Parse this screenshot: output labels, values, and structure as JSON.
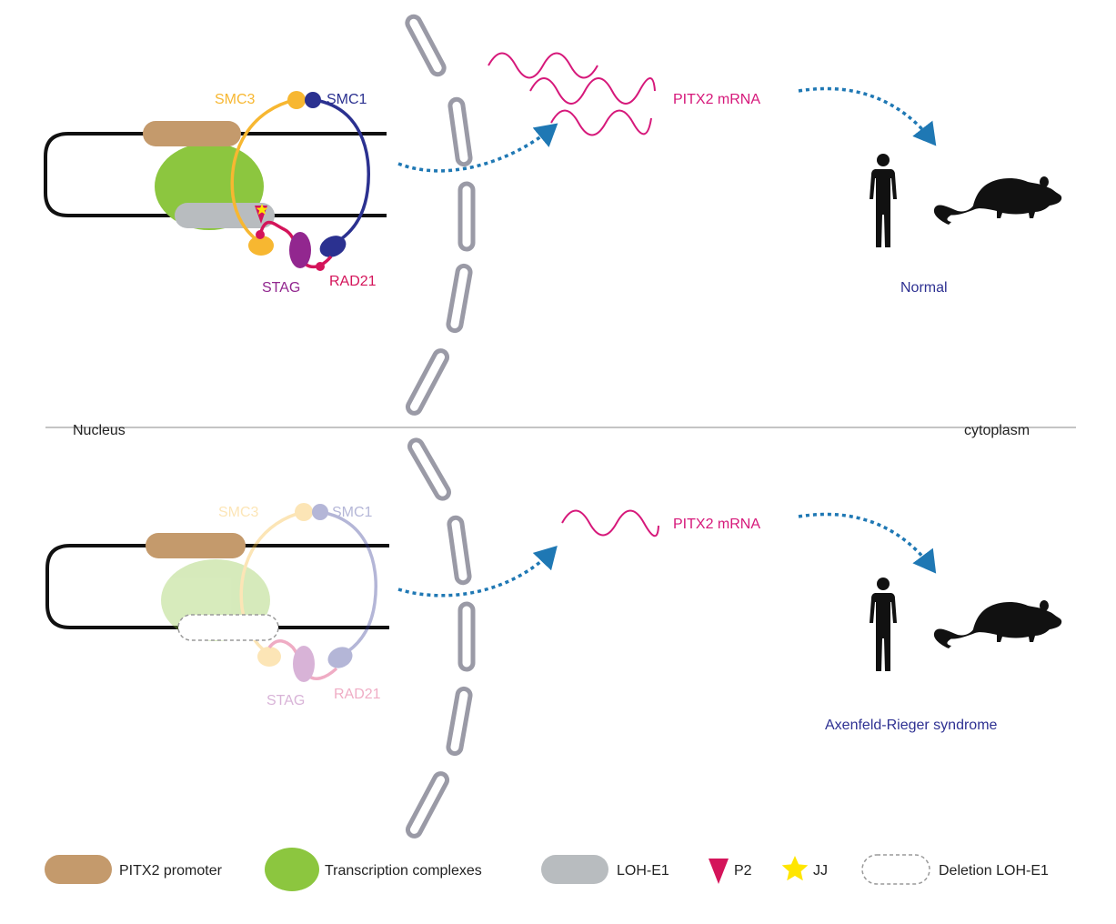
{
  "compartments": {
    "left": "Nucleus",
    "right": "cytoplasm"
  },
  "top_panel": {
    "proteins": {
      "smc3": "SMC3",
      "smc1": "SMC1",
      "stag": "STAG",
      "rad21": "RAD21"
    },
    "mrna_label": "PITX2 mRNA",
    "phenotype": "Normal"
  },
  "bottom_panel": {
    "proteins": {
      "smc3": "SMC3",
      "smc1": "SMC1",
      "stag": "STAG",
      "rad21": "RAD21"
    },
    "mrna_label": "PITX2 mRNA",
    "phenotype": "Axenfeld-Rieger syndrome"
  },
  "legend": [
    {
      "key": "promoter",
      "label": "PITX2 promoter"
    },
    {
      "key": "tc",
      "label": "Transcription complexes"
    },
    {
      "key": "loh",
      "label": "LOH-E1"
    },
    {
      "key": "p2",
      "label": "P2"
    },
    {
      "key": "jj",
      "label": "JJ"
    },
    {
      "key": "deletion",
      "label": "Deletion LOH-E1"
    }
  ],
  "colors": {
    "promoter": "#c49a6c",
    "transcription_complex": "#8cc63f",
    "loh": "#b8bcbf",
    "smc3": "#f7b731",
    "smc1": "#2b3190",
    "stag": "#92278f",
    "rad21": "#d4145a",
    "mrna": "#d6187a",
    "arrow": "#1f78b4",
    "jj": "#ffe600",
    "label_blue": "#2e3192"
  }
}
